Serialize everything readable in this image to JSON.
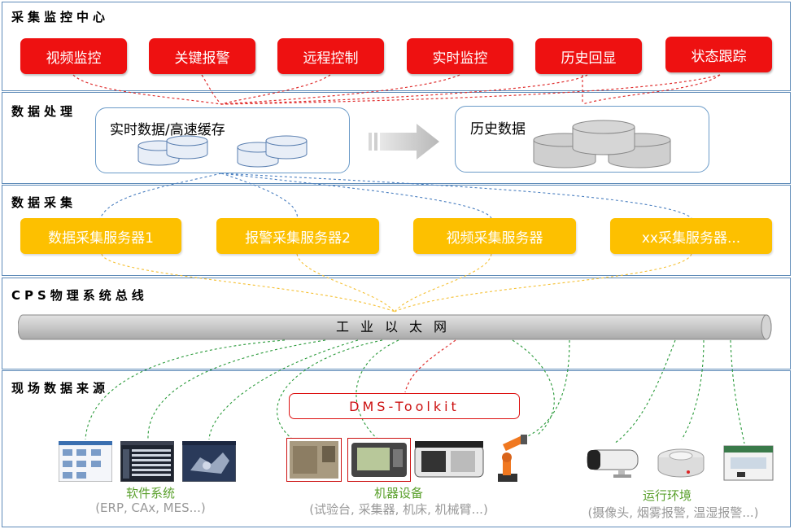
{
  "layers": {
    "monitor": {
      "title": "采集监控中心",
      "buttons": [
        "视频监控",
        "关键报警",
        "远程控制",
        "实时监控",
        "历史回显",
        "状态跟踪"
      ]
    },
    "processing": {
      "title": "数据处理",
      "realtime_label": "实时数据/高速缓存",
      "history_label": "历史数据"
    },
    "collection": {
      "title": "数据采集",
      "servers": [
        "数据采集服务器1",
        "报警采集服务器2",
        "视频采集服务器",
        "xx采集服务器..."
      ]
    },
    "bus": {
      "title": "CPS物理系统总线",
      "bus_label": "工业以太网"
    },
    "sources": {
      "title": "现场数据来源",
      "toolkit_label": "DMS-Toolkit",
      "groups": [
        {
          "name": "软件系统",
          "detail": "(ERP, CAx, MES...)"
        },
        {
          "name": "机器设备",
          "detail": "(试验台, 采集器, 机床, 机械臂...)"
        },
        {
          "name": "运行环境",
          "detail": "(摄像头, 烟雾报警, 温湿报警...)"
        }
      ]
    }
  },
  "colors": {
    "border": "#5e8bb8",
    "red": "#ee1111",
    "gold": "#fdc000",
    "green_line": "#2a9a3a",
    "blue_line": "#4a7fc0",
    "gold_line": "#f5c033",
    "source_green": "#5aa02c"
  }
}
